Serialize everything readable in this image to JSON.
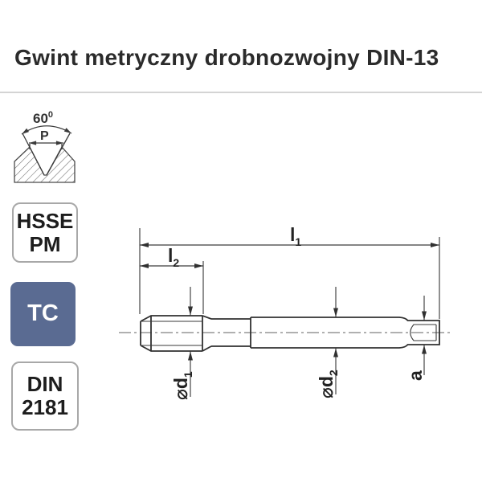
{
  "header": {
    "title": "Gwint metryczny drobnozwojny DIN-13"
  },
  "sidebar": {
    "profile_icon": {
      "angle_value": "60",
      "angle_sup": "0",
      "pitch_label": "P"
    },
    "material_badge": {
      "line1": "HSSE",
      "line2": "PM"
    },
    "coating_badge": {
      "label": "TC",
      "fill_color": "#5a6b92",
      "text_color": "#ffffff"
    },
    "standard_badge": {
      "line1": "DIN",
      "line2": "2181"
    }
  },
  "drawing": {
    "dimension_labels": {
      "l1_main": "l",
      "l1_sub": "1",
      "l2_main": "l",
      "l2_sub": "2",
      "d1_main": "⌀d",
      "d1_sub": "1",
      "d2_main": "⌀d",
      "d2_sub": "2",
      "a_main": "a"
    }
  },
  "colors": {
    "line_color": "#303030",
    "dimension_line_color": "#3d3d3d",
    "divider_color": "#d4d4d4",
    "badge_border_color": "#a8a8a8",
    "tc_badge_fill": "#5a6b92"
  }
}
